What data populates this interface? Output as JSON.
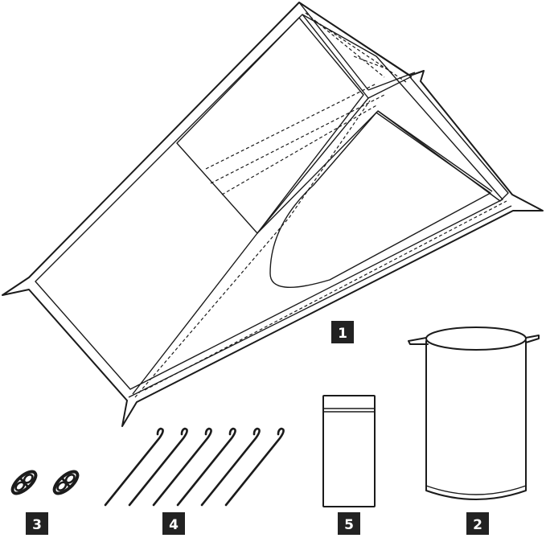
{
  "labels": {
    "tent": "1",
    "stuff_sack": "2",
    "guylines": "3",
    "stakes": "4",
    "repair_bag": "5"
  },
  "colors": {
    "ink": "#1b1b1b",
    "badge": "#222222",
    "badge_text": "#ffffff",
    "background": "#ffffff"
  },
  "icons": [
    "tent-drawing",
    "stuff-sack-drawing",
    "guyline-coil-icon",
    "tent-stake-icon",
    "repair-bag-drawing"
  ]
}
